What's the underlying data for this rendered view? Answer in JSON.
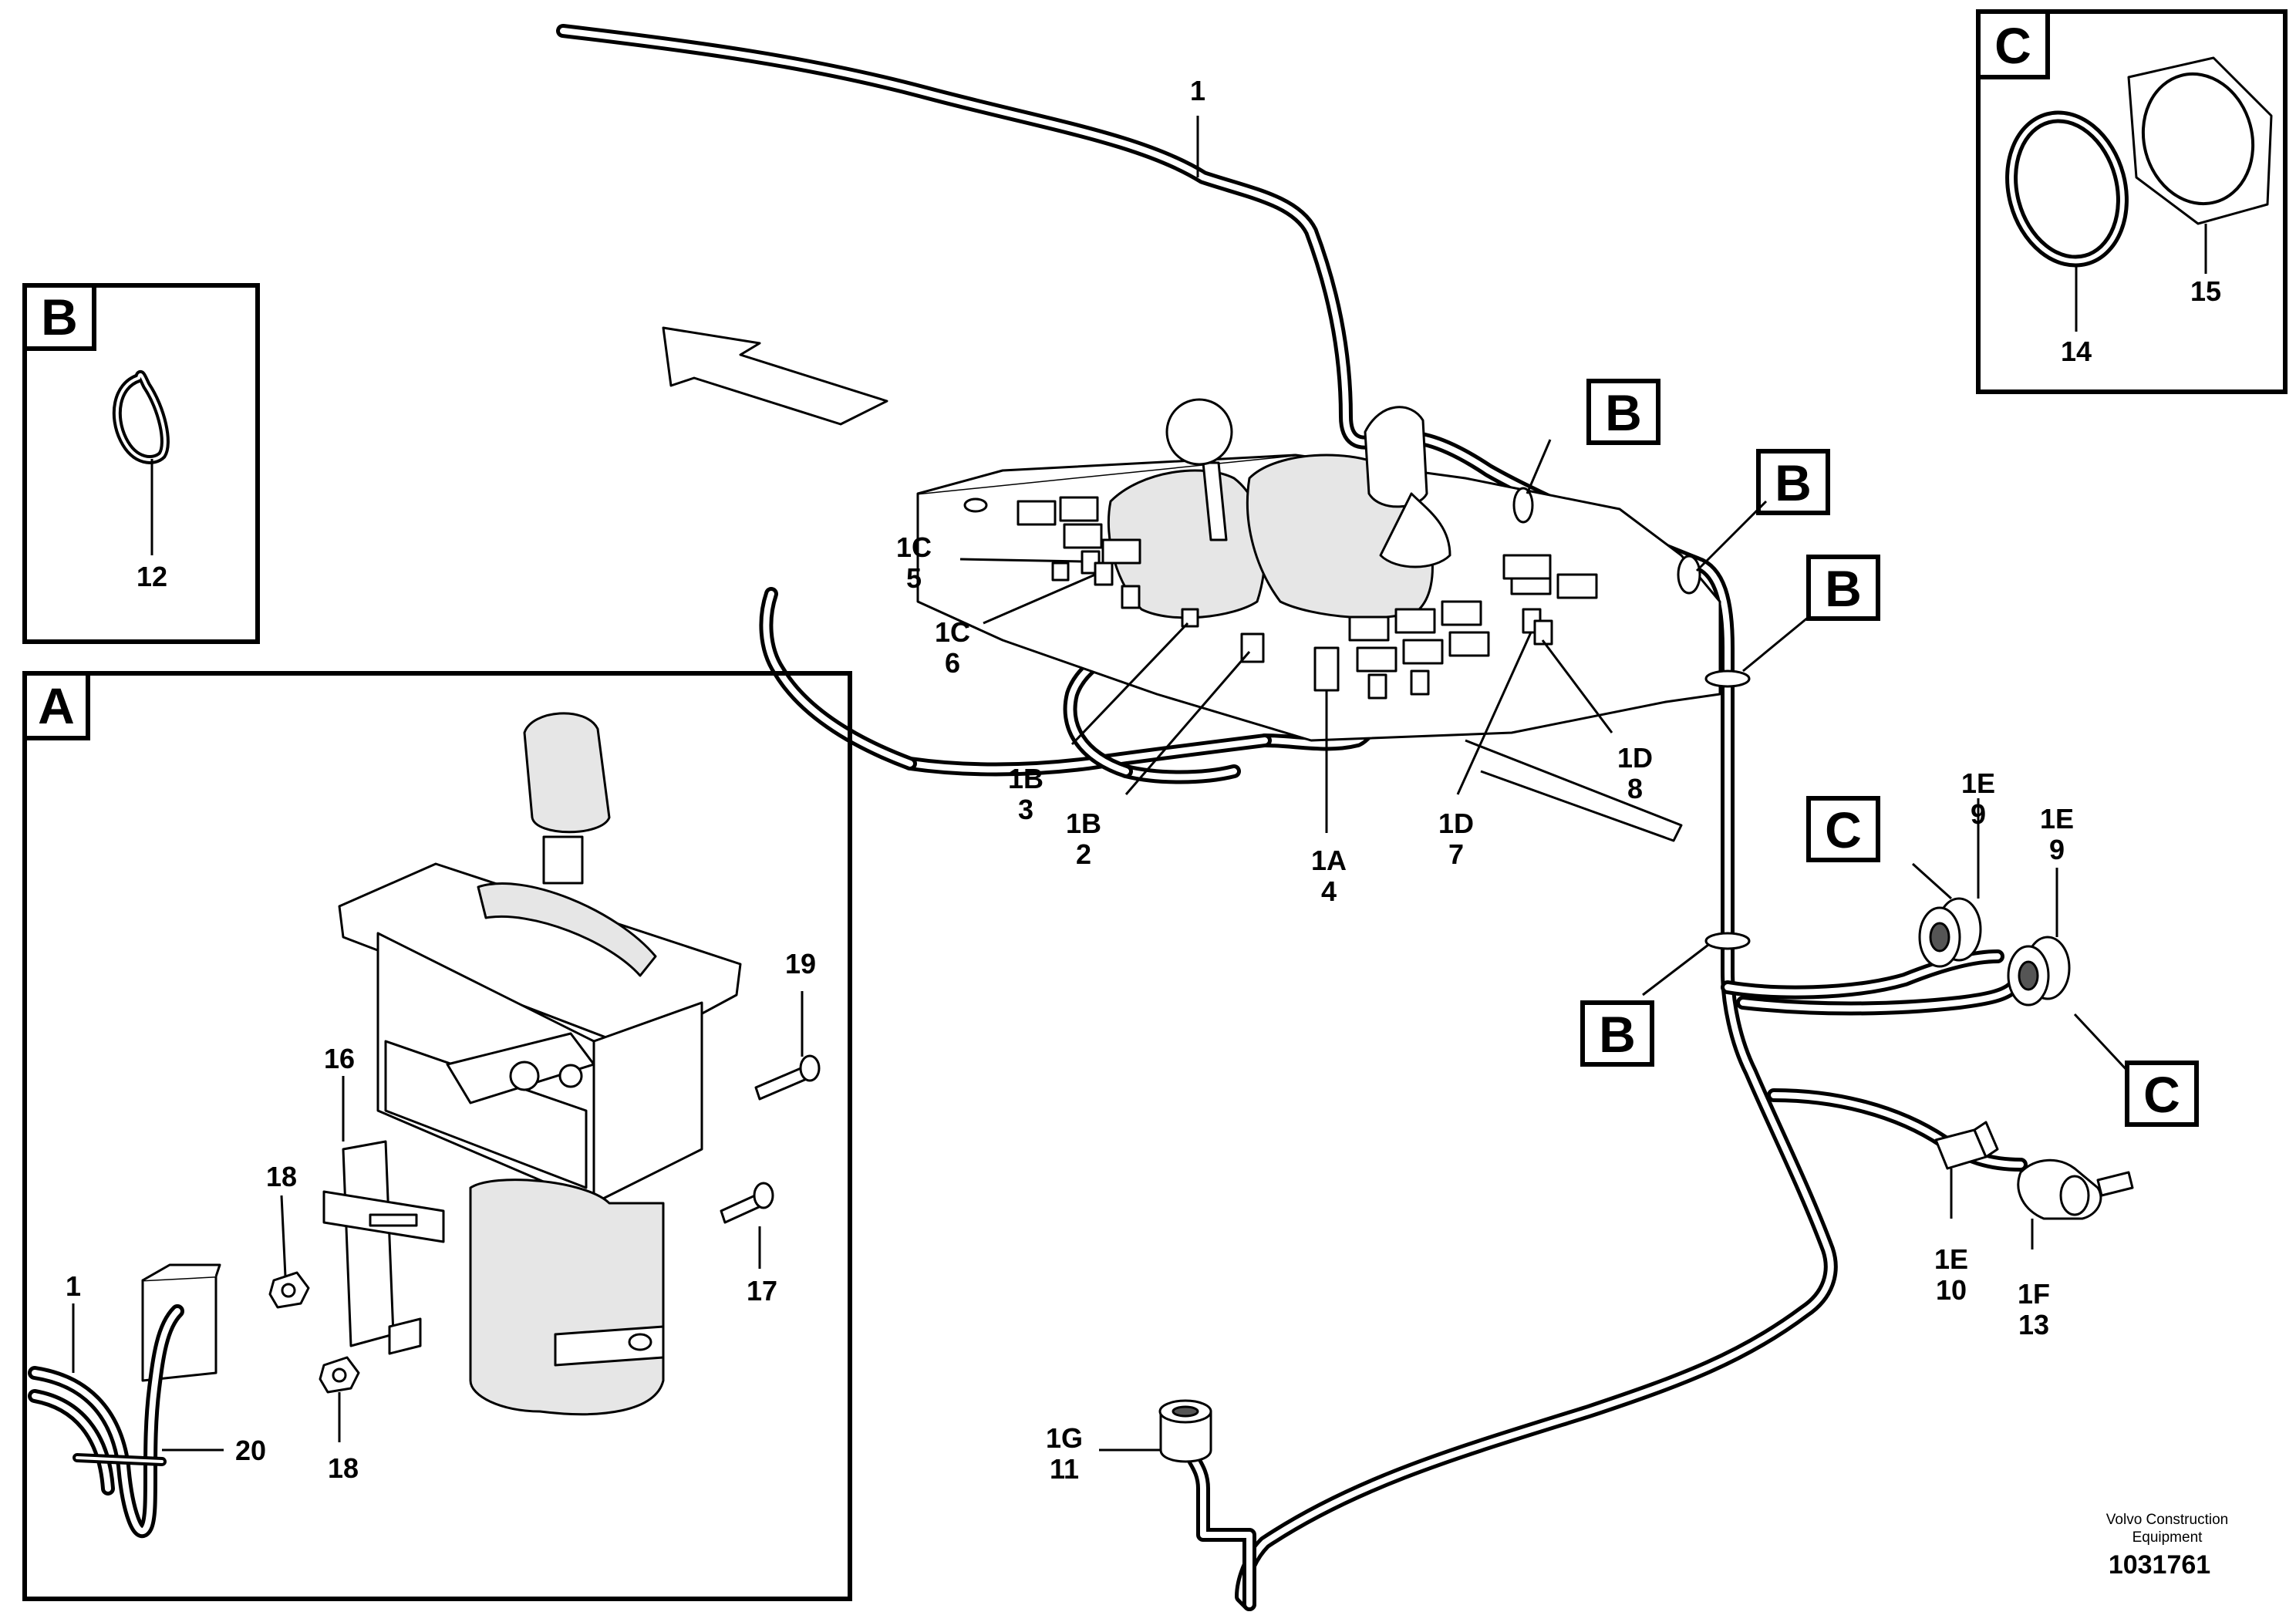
{
  "callouts": {
    "main_cable": "1",
    "c1c_a_code": "1C",
    "c1c_a_num": "5",
    "c1c_b_code": "1C",
    "c1c_b_num": "6",
    "c1b_a_code": "1B",
    "c1b_a_num": "3",
    "c1b_b_code": "1B",
    "c1b_b_num": "2",
    "c1a_code": "1A",
    "c1a_num": "4",
    "c1d_a_code": "1D",
    "c1d_a_num": "7",
    "c1d_b_code": "1D",
    "c1d_b_num": "8",
    "c1e_a_code": "1E",
    "c1e_a_num": "9",
    "c1e_b_code": "1E",
    "c1e_b_num": "9",
    "c1e_c_code": "1E",
    "c1e_c_num": "10",
    "c1f_code": "1F",
    "c1f_num": "13",
    "c1g_code": "1G",
    "c1g_num": "11"
  },
  "detail_tags": {
    "b1": "B",
    "b2": "B",
    "b3": "B",
    "b4": "B",
    "c1": "C",
    "c2": "C"
  },
  "inset_a": {
    "letter": "A",
    "labels": {
      "p19": "19",
      "p16": "16",
      "p18_top": "18",
      "p17": "17",
      "p1": "1",
      "p20": "20",
      "p18_bottom": "18"
    }
  },
  "inset_b": {
    "letter": "B",
    "label": "12"
  },
  "inset_c": {
    "letter": "C",
    "label_ring": "14",
    "label_nut": "15"
  },
  "credit": {
    "line1": "Volvo Construction",
    "line2": "Equipment",
    "code": "1031761"
  }
}
